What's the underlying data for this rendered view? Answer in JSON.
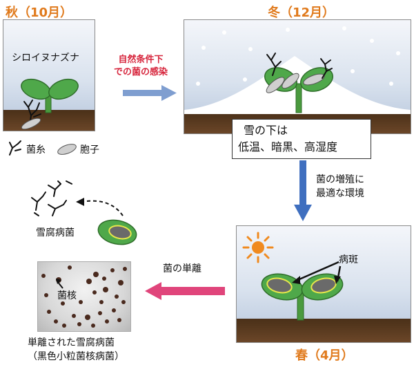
{
  "seasons": {
    "autumn": "秋（10月）",
    "winter": "冬（12月）",
    "spring": "春（4月）"
  },
  "plant_label": "シロイヌナズナ",
  "legend": {
    "hyphae": "菌糸",
    "spore": "胞子"
  },
  "infection_label": [
    "自然条件下",
    "での菌の感染"
  ],
  "snow_box": [
    "雪の下は",
    "低温、暗黒、高湿度"
  ],
  "growth_label": [
    "菌の増殖に",
    "最適な環境"
  ],
  "lesion_label": "病斑",
  "isolation_label": "菌の単離",
  "pathogen_label": "雪腐病菌",
  "sclerotia_label": "菌核",
  "result_caption": [
    "単離された雪腐病菌",
    "（黒色小粒菌核病菌）"
  ],
  "colors": {
    "season_text": "#e07a1c",
    "infection_text": "#d7263d",
    "leaf_green": "#4fa84a",
    "stem_green": "#4a9a3e",
    "soil": "#5a3a1f",
    "blue_arrow": "#3f6fbf",
    "pink_arrow": "#e0457b",
    "sun": "#f08a1f",
    "lesion_ring": "#e8e84a"
  }
}
